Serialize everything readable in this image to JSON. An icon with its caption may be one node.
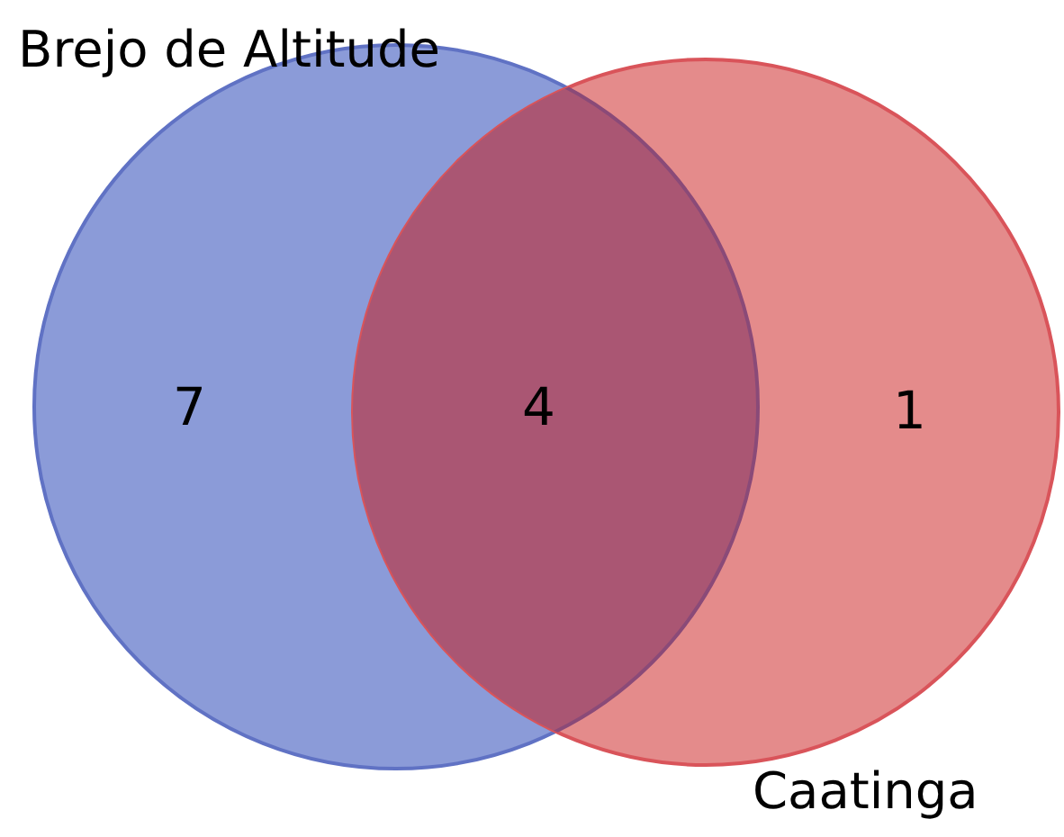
{
  "diagram": {
    "nodes": [
      {
        "text": [
          "Brejo de Altitude"
        ]
      },
      {
        "text": [
          "Caatinga"
        ]
      }
    ],
    "labels": [
      "7",
      "4",
      "1"
    ]
  }
}
